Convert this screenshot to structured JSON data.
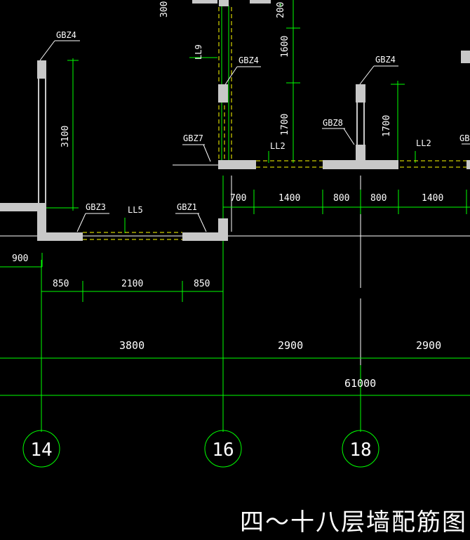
{
  "title": "四～十八层墙配筋图",
  "column_labels": [
    "GBZ4",
    "GBZ4",
    "GBZ4",
    "GBZ7",
    "GBZ8",
    "GBZ3",
    "GBZ1",
    "GBZ"
  ],
  "beam_labels": [
    "LL9",
    "LL2",
    "LL2",
    "LL5"
  ],
  "vertical_dims": [
    "300",
    "200",
    "1600",
    "1700",
    "1700",
    "3100"
  ],
  "upper_dims": [
    "700",
    "1400",
    "800",
    "800",
    "1400"
  ],
  "lower_dims": [
    "900",
    "850",
    "2100",
    "850"
  ],
  "span_dims": [
    "3800",
    "2900",
    "2900"
  ],
  "total_dim": "61000",
  "axes": [
    "14",
    "16",
    "18"
  ]
}
